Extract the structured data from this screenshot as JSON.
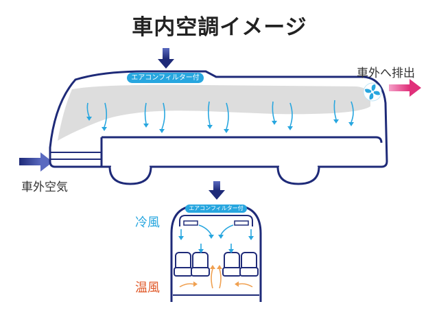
{
  "title": "車内空調イメージ",
  "filter_label": "エアコンフィルター付",
  "filter_label_rear": "エアコンフィルター付",
  "exhaust_label": "車外へ排出",
  "intake_label": "車外空気",
  "cool_label": "冷風",
  "warm_label": "温風",
  "colors": {
    "bus_outline": "#1e2a78",
    "arrow_navy": "#3b4aa0",
    "arrow_pink": "#e0307a",
    "cool_air": "#27a6df",
    "warm_air": "#f0a050",
    "warm_text": "#e05a2a",
    "airflow_band": "#d9d9d9"
  },
  "icons": [
    "fan-icon",
    "down-arrow-icon",
    "right-arrow-icon"
  ]
}
